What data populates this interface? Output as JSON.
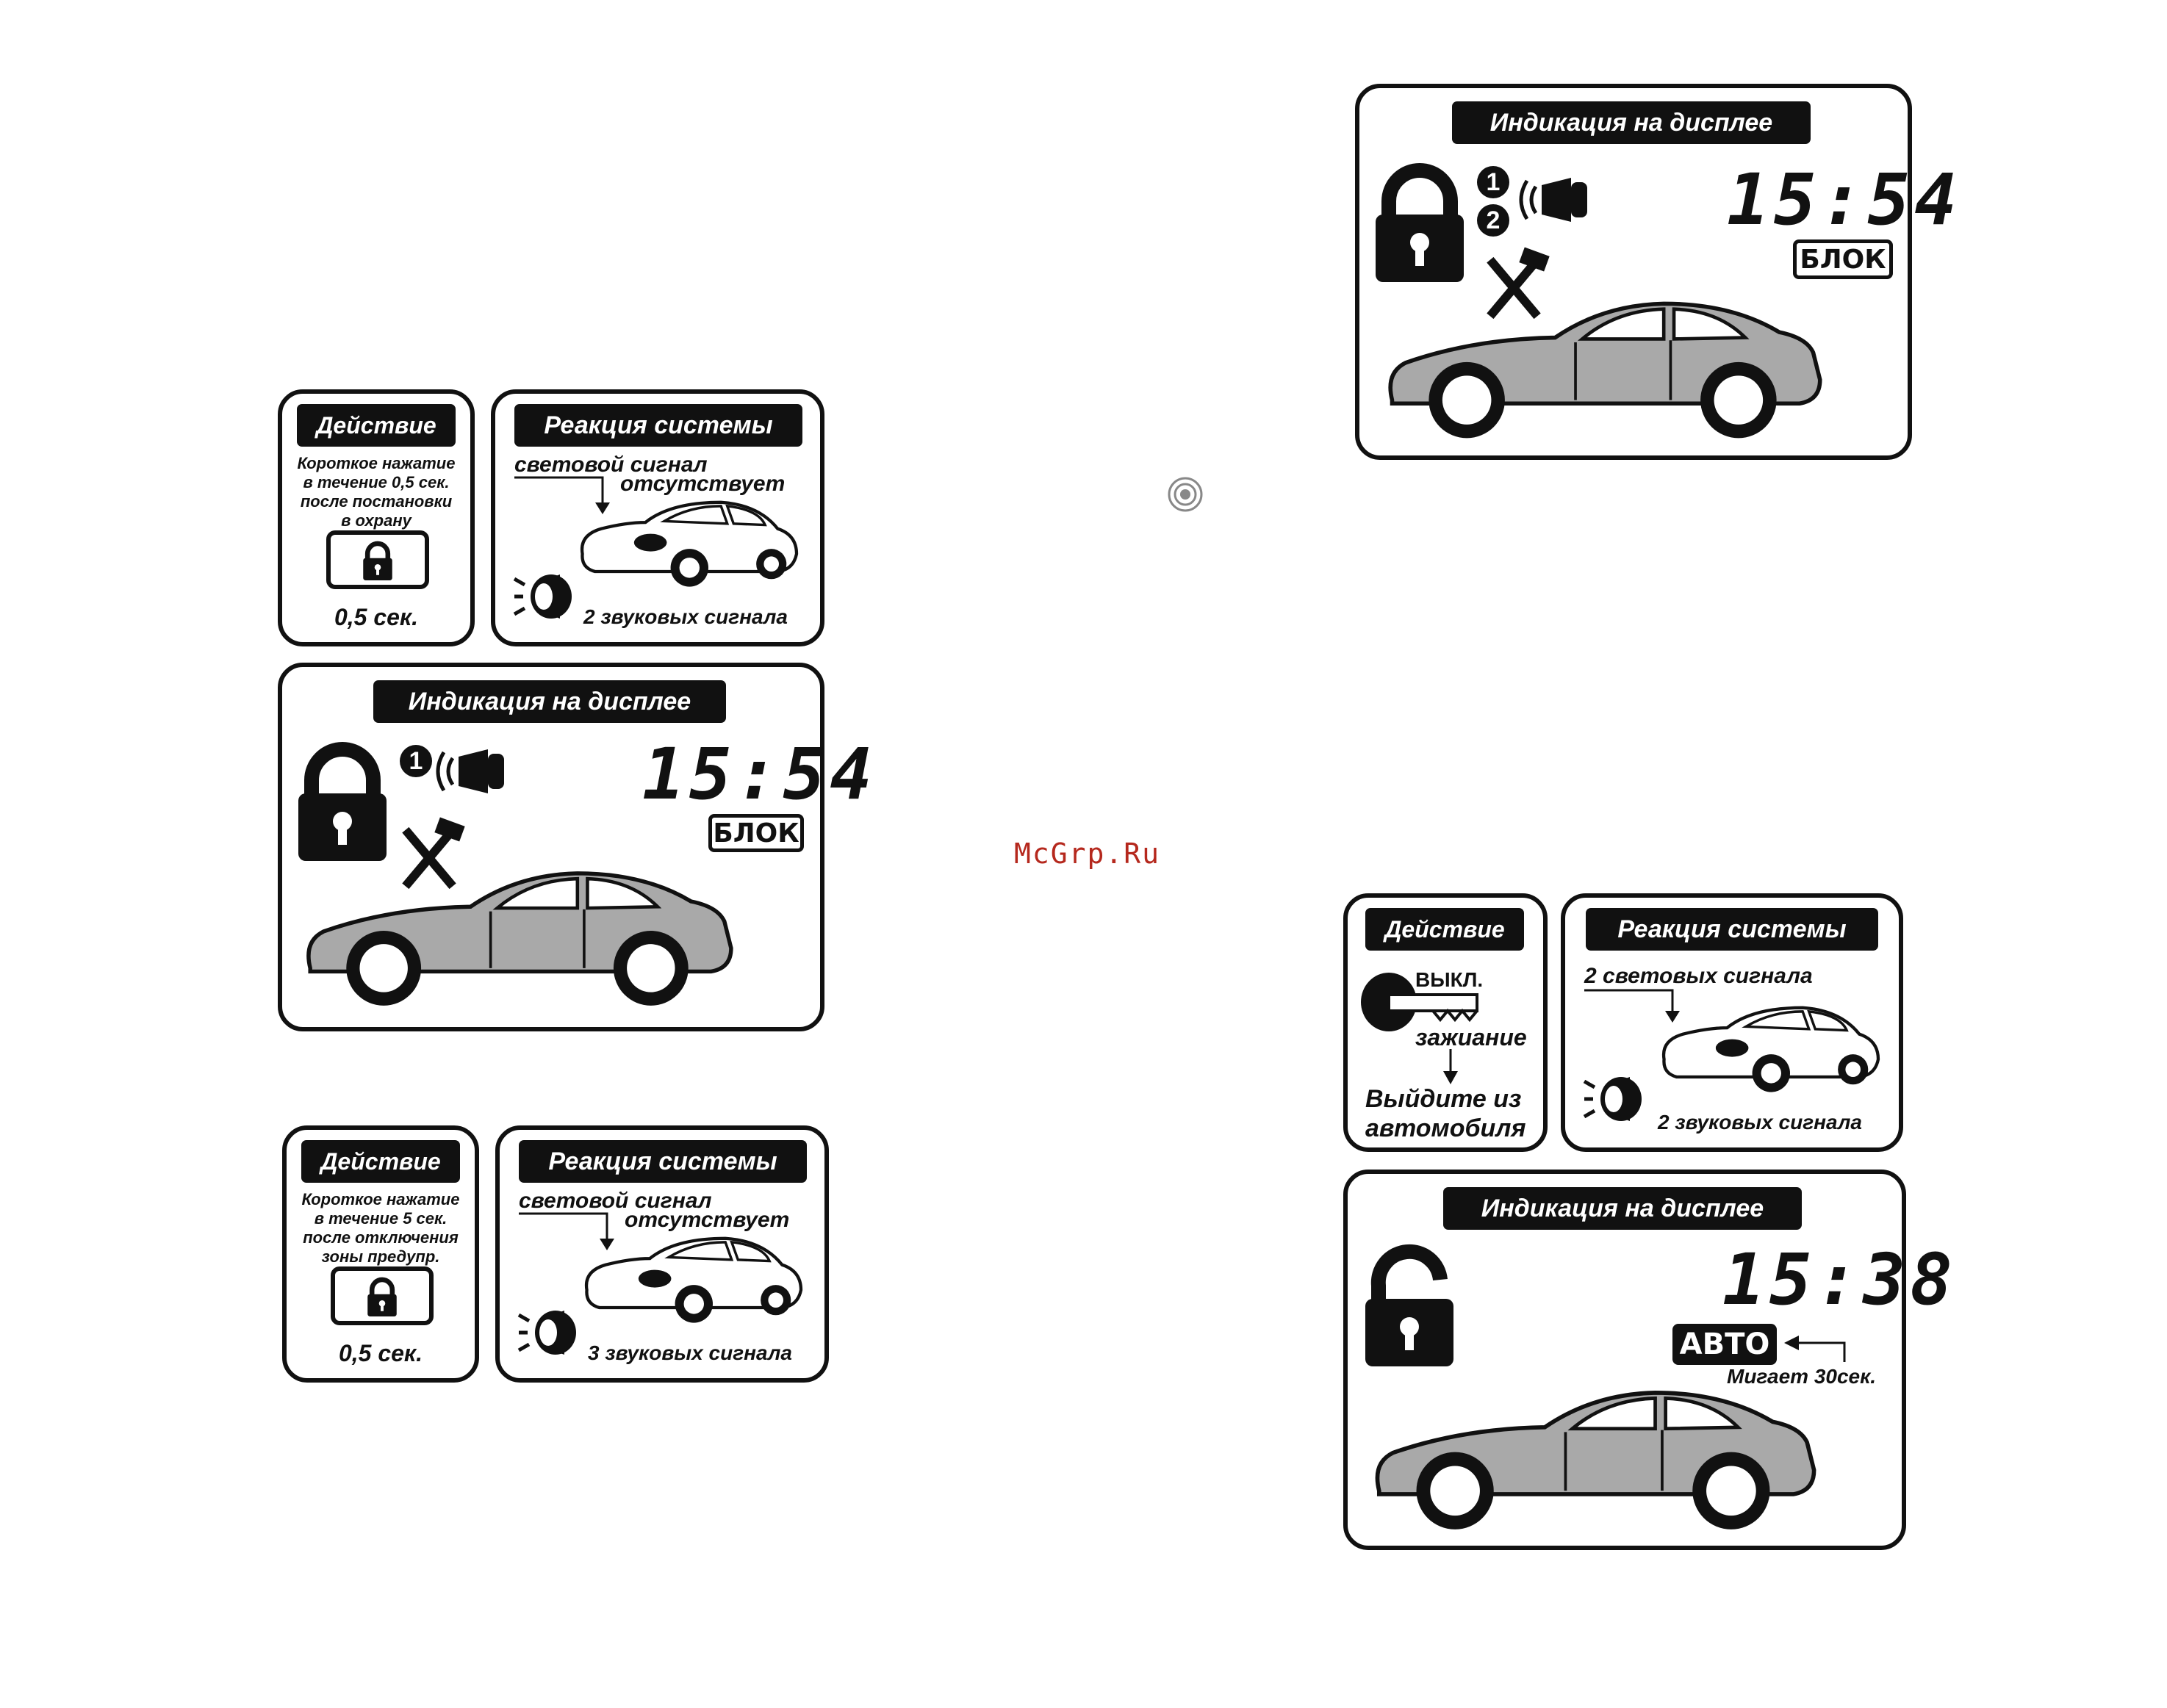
{
  "watermark": "McGrp.Ru",
  "panel1": {
    "action": {
      "header": "Действие",
      "description": [
        "Короткое нажатие",
        "в течение 0,5 сек.",
        "после постановки",
        "в охрану"
      ],
      "duration": "0,5 сек."
    },
    "reaction": {
      "header": "Реакция системы",
      "light_label": "световой сигнал",
      "light_status": "отсутствует",
      "sound": "2 звуковых сигнала"
    },
    "display": {
      "header": "Индикация на дисплее",
      "zone_1": "1",
      "time": "15:54",
      "badge": "БЛОК"
    }
  },
  "panel2": {
    "action": {
      "header": "Действие",
      "description": [
        "Короткое нажатие",
        "в течение 5 сек.",
        "после отключения",
        "зоны предупр."
      ],
      "duration": "0,5 сек."
    },
    "reaction": {
      "header": "Реакция системы",
      "light_label": "световой сигнал",
      "light_status": "отсутствует",
      "sound": "3 звуковых сигнала"
    }
  },
  "panel3": {
    "display": {
      "header": "Индикация на дисплее",
      "zone_1": "1",
      "zone_2": "2",
      "time": "15:54",
      "badge": "БЛОК"
    }
  },
  "panel4": {
    "action": {
      "header": "Действие",
      "key_off": "ВЫКЛ.",
      "ignition": "зажиание",
      "instruction": [
        "Выйдите из",
        "автомобиля"
      ]
    },
    "reaction": {
      "header": "Реакция системы",
      "light": "2 световых сигнала",
      "sound": "2 звуковых сигнала"
    },
    "display": {
      "header": "Индикация на дисплее",
      "time": "15:38",
      "badge": "АВТО",
      "note": "Мигает 30сек."
    }
  }
}
